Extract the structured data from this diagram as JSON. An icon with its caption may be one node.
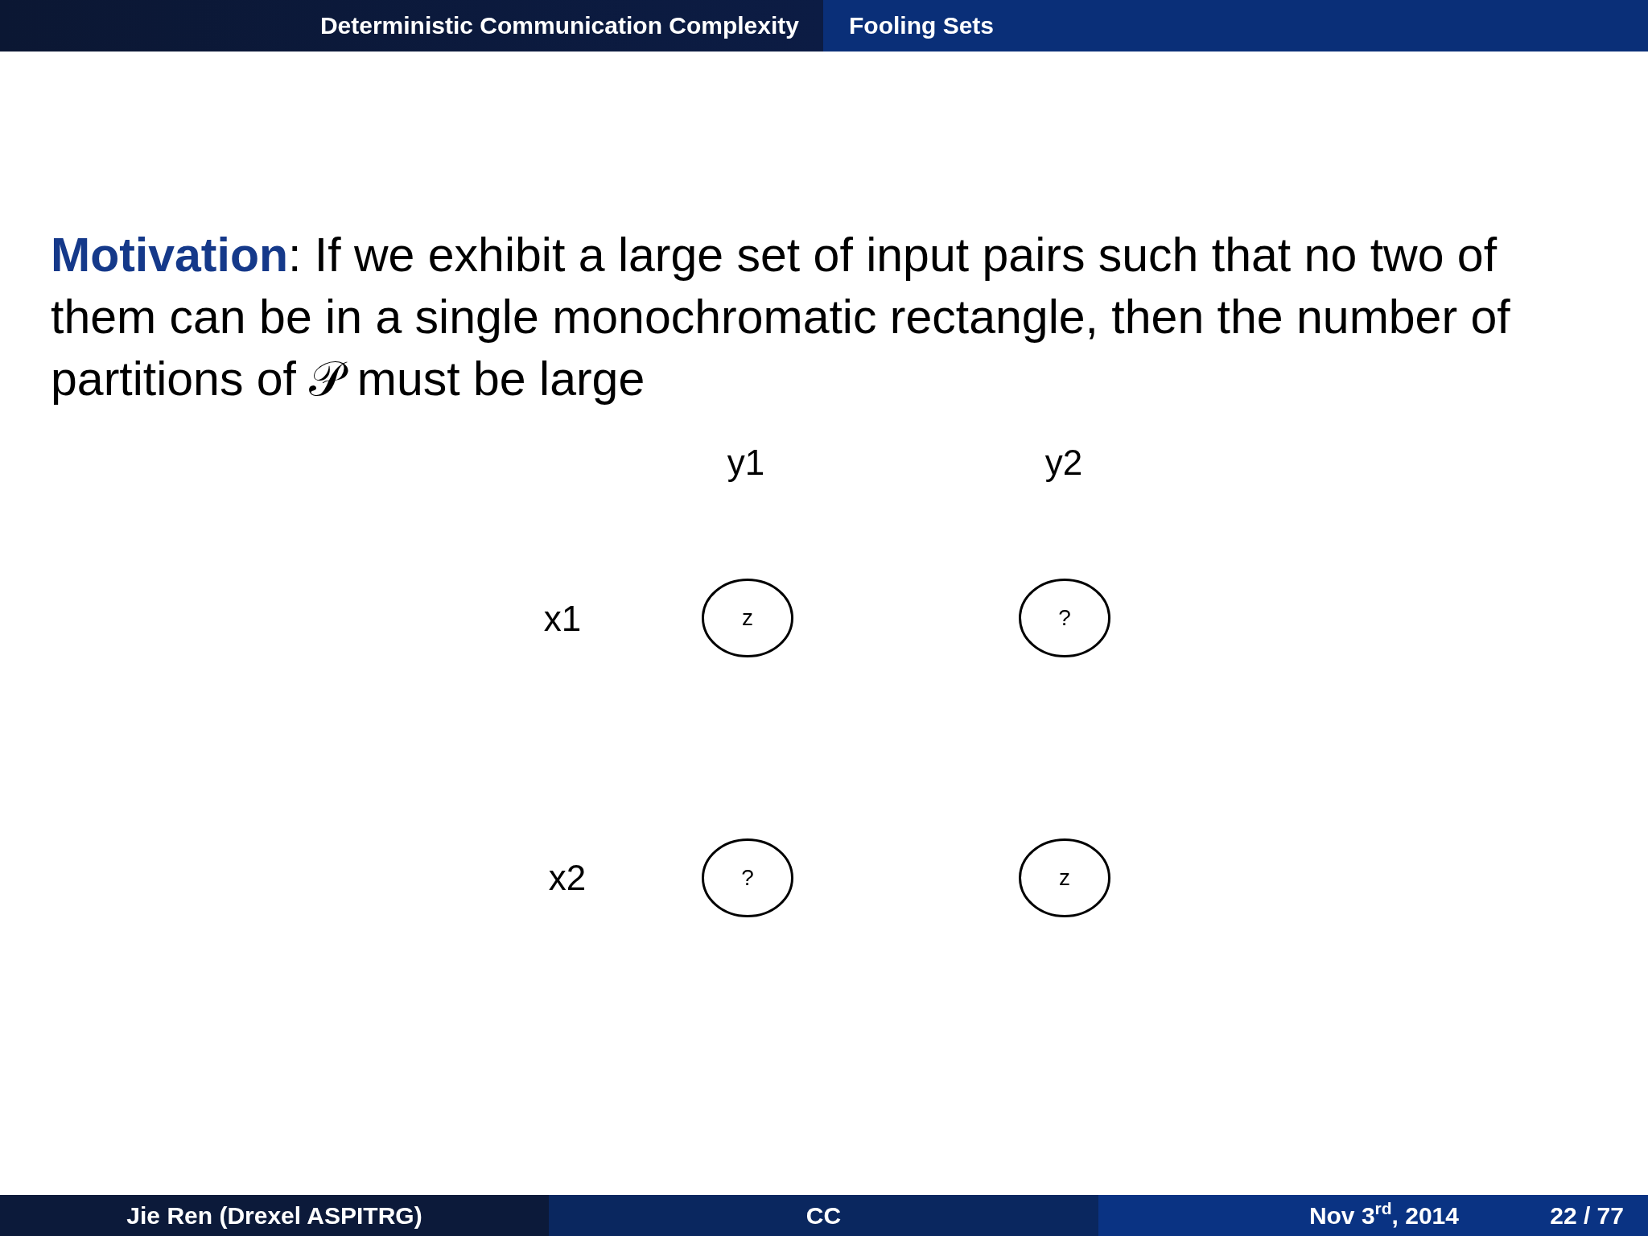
{
  "diagram": {
    "nodes": [
      {
        "text": [
          "z"
        ]
      },
      {
        "text": [
          "?"
        ]
      },
      {
        "text": [
          "?"
        ]
      },
      {
        "text": [
          "z"
        ]
      }
    ],
    "labels": [
      "Deterministic Communication Complexity",
      "Fooling Sets",
      "**Motivation**: If we exhibit a large set of input pairs such that no two of them can be in a single monochromatic rectangle, then the number of partitions of 𝒫 must be large",
      "y1",
      "y2",
      "x1",
      "x2",
      "Jie Ren (Drexel ASPITRG)",
      "CC",
      "Nov 3$^{rd}$, 2014",
      "22 / 77"
    ]
  }
}
